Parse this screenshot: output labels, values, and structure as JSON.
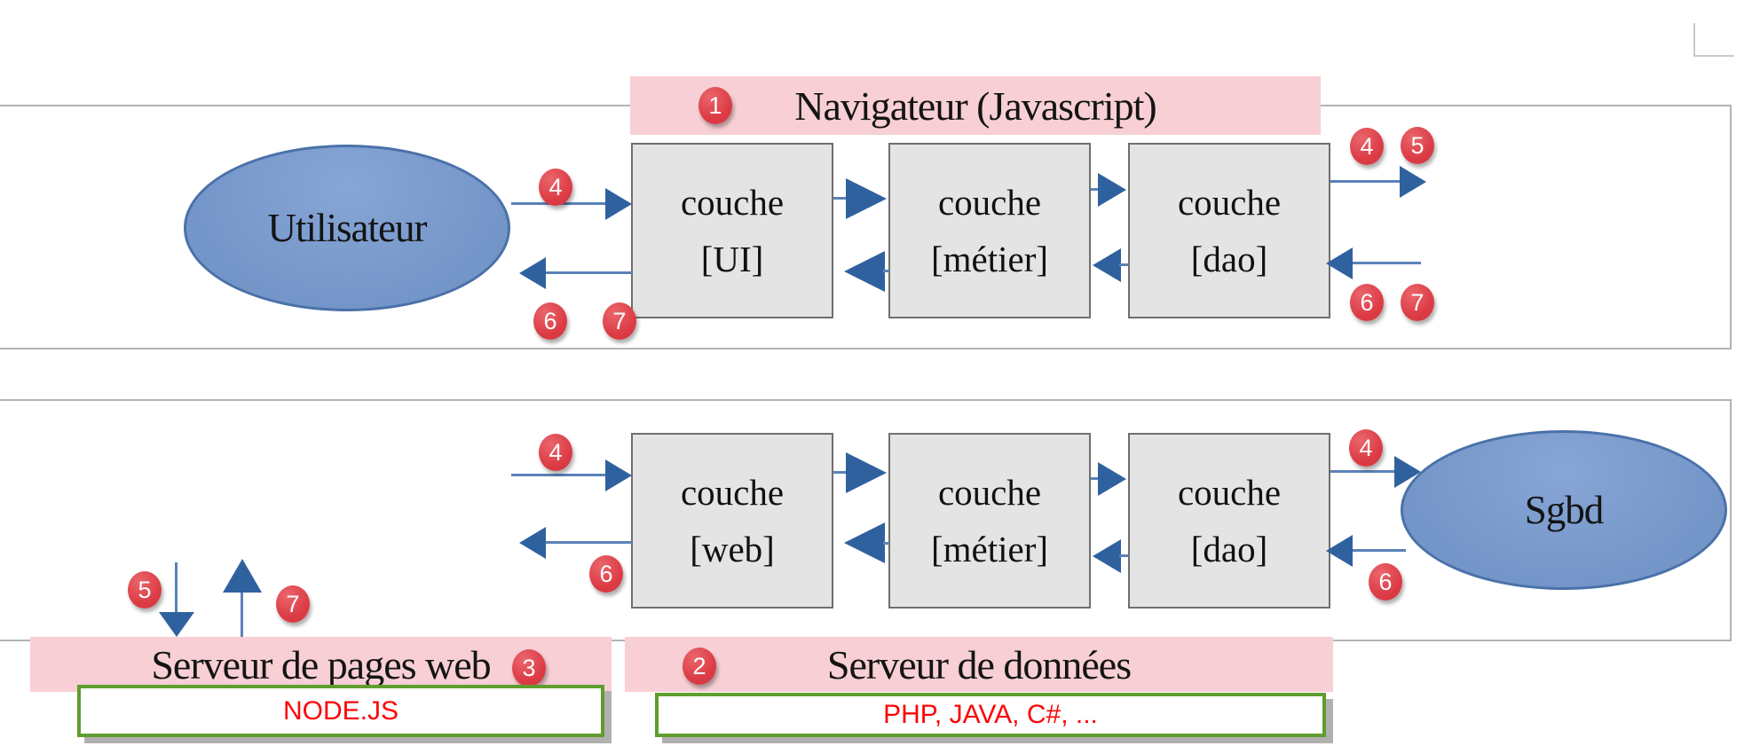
{
  "steps": {
    "s1": "1",
    "s2": "2",
    "s3": "3",
    "s4": "4",
    "s5": "5",
    "s6": "6",
    "s7": "7"
  },
  "top_band": {
    "header": {
      "step": "1",
      "label": "Navigateur (Javascript)"
    },
    "actor": {
      "label": "Utilisateur"
    },
    "layers": [
      {
        "name": "couche",
        "variant": "[UI]"
      },
      {
        "name": "couche",
        "variant": "[métier]"
      },
      {
        "name": "couche",
        "variant": "[dao]"
      }
    ]
  },
  "bottom_band": {
    "layers": [
      {
        "name": "couche",
        "variant": "[web]"
      },
      {
        "name": "couche",
        "variant": "[métier]"
      },
      {
        "name": "couche",
        "variant": "[dao]"
      }
    ],
    "actor": {
      "label": "Sgbd"
    },
    "page_server": {
      "step": "3",
      "label": "Serveur de pages web",
      "tech": "NODE.JS"
    },
    "data_server": {
      "step": "2",
      "label": "Serveur de données",
      "tech": "PHP, JAVA, C#, ..."
    }
  },
  "colors": {
    "pink_header": "#f7cfd4",
    "badge_red": "#dc3b44",
    "arrow_blue": "#30619f",
    "arrow_line_blue": "#5b82b8",
    "layer_fill": "#e4e4e4",
    "layer_border": "#6f6f6f",
    "actor_fill": "#7495c8",
    "actor_border": "#4a71a9",
    "green_border": "#5f9d2e",
    "tech_text_red": "#fa0606",
    "band_border": "#b4b2b4"
  }
}
